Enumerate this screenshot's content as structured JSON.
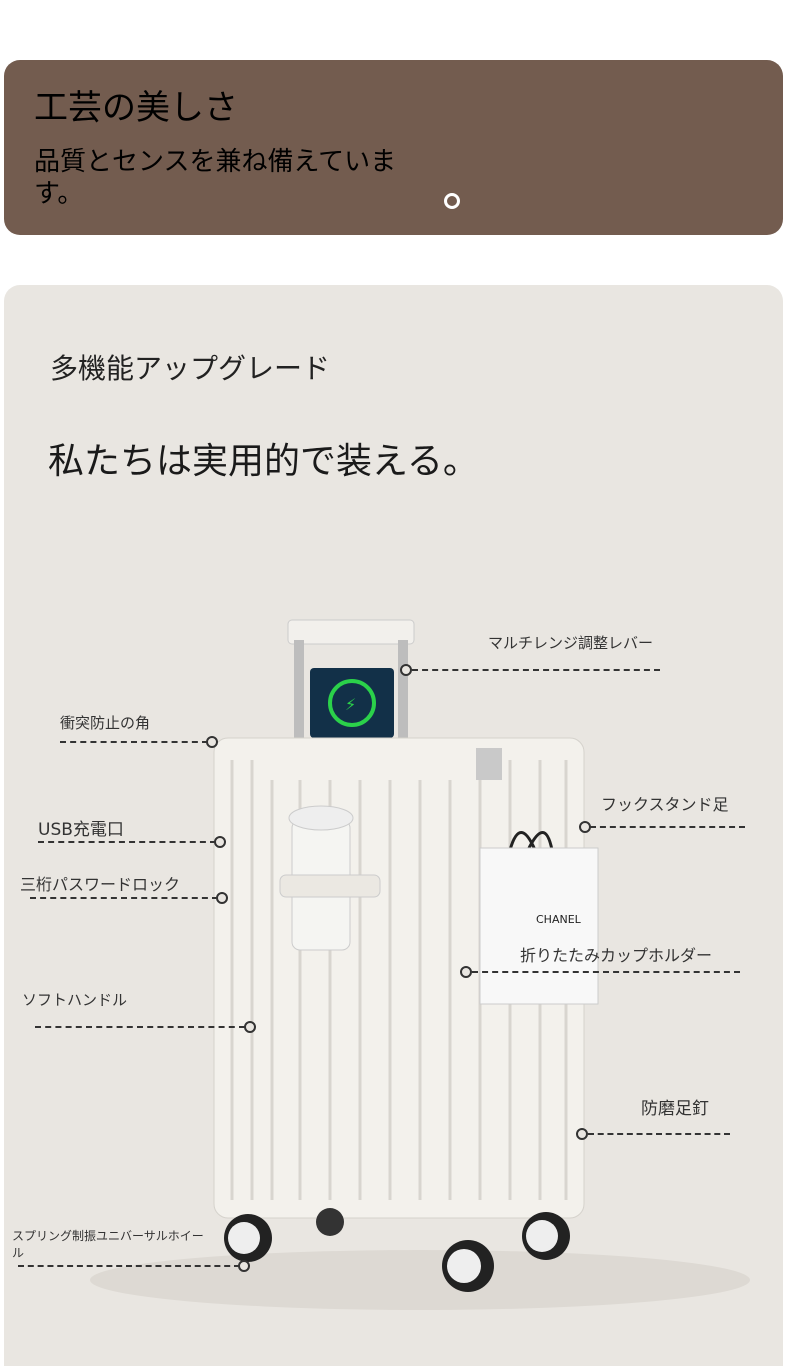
{
  "banner": {
    "title": "工芸の美しさ",
    "subtitle": "品質とセンスを兼ね備えています。"
  },
  "feature_section": {
    "heading": "多機能アップグレード",
    "tagline": "私たちは実用的で装える。",
    "bag_brand": "CHANEL",
    "callouts": [
      {
        "label": "マルチレンジ調整レバー"
      },
      {
        "label": "衝突防止の角"
      },
      {
        "label": "USB充電口"
      },
      {
        "label": "三桁パスワードロック"
      },
      {
        "label": "ソフトハンドル"
      },
      {
        "label": "フックスタンド足"
      },
      {
        "label": "折りたたみカップホルダー"
      },
      {
        "label": "防磨足釘"
      },
      {
        "label": "スプリング制振ユニバーサルホイール"
      }
    ]
  },
  "colors": {
    "banner_bg": "#735c4f",
    "section_bg": "#e9e6e1",
    "charge_ring": "#2bd14a"
  }
}
